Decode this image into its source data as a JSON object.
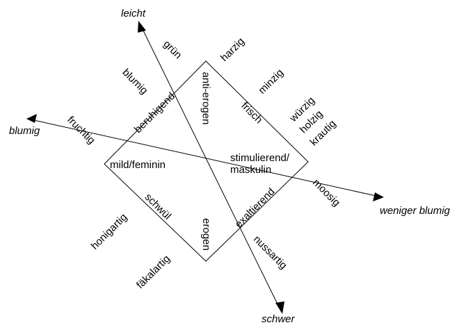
{
  "diagram": {
    "type": "fragrance-wheel",
    "axes": {
      "vertical": {
        "top_label": "leicht",
        "bottom_label": "schwer"
      },
      "horizontal": {
        "left_label": "blumig",
        "right_label": "weniger blumig"
      }
    },
    "diamond": {
      "sides": {
        "top_left": "beruhigend",
        "top_right": "frisch",
        "bottom_left": "schwül",
        "bottom_right": "exaltierend"
      },
      "inner": {
        "top": "anti-erogen",
        "bottom": "erogen",
        "left": "mild/feminin",
        "right": "stimulierend/\nmaskulin"
      }
    },
    "outer_terms": {
      "gruen": "grün",
      "harzig": "harzig",
      "blumig": "blumig",
      "minzig": "minzig",
      "wuerzig": "würzig",
      "holzig": "holzig",
      "krautig": "krautig",
      "fruchtig": "fruchtig",
      "moosig": "moosig",
      "honigartig": "honigartig",
      "faekalartig": "fäkalartig",
      "nussartig": "nussartig"
    },
    "colors": {
      "line": "#000000",
      "background": "#ffffff",
      "text": "#000000"
    }
  }
}
